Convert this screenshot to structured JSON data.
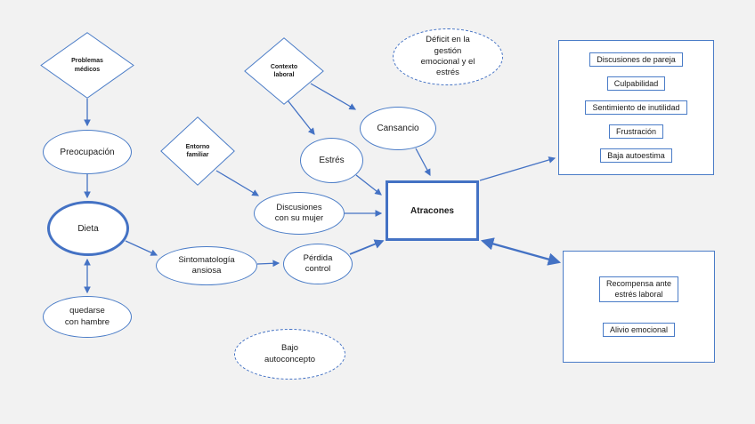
{
  "colors": {
    "background": "#f2f2f2",
    "accent_blue": "#4472c4",
    "thin_border_blue": "#4a7cc7",
    "shape_fill": "#ffffff",
    "text": "#1a1a1a"
  },
  "diagram": {
    "nodes": {
      "problemas_medicos": "Problemas\nmédicos",
      "preocupacion": "Preocupación",
      "dieta": "Dieta",
      "quedarse_con_hambre": "quedarse\ncon hambre",
      "entorno_familiar": "Entorno\nfamiliar",
      "contexto_laboral": "Contexto\nlaboral",
      "estres": "Estrés",
      "cansancio": "Cansancio",
      "deficit_gestion": "Déficit en la\ngestión\nemocional y el\nestrés",
      "discusiones_mujer": "Discusiones\ncon su mujer",
      "sintomatologia_ansiosa": "Sintomatología\nansiosa",
      "perdida_control": "Pérdida\ncontrol",
      "atracones": "Atracones",
      "bajo_autoconcepto": "Bajo\nautoconcepto"
    },
    "consequences_box": {
      "items": [
        "Discusiones de pareja",
        "Culpabilidad",
        "Sentimiento de inutilidad",
        "Frustración",
        "Baja autoestima"
      ]
    },
    "reinforcement_box": {
      "items": [
        "Recompensa ante\nestrés laboral",
        "Alivio emocional"
      ]
    }
  }
}
